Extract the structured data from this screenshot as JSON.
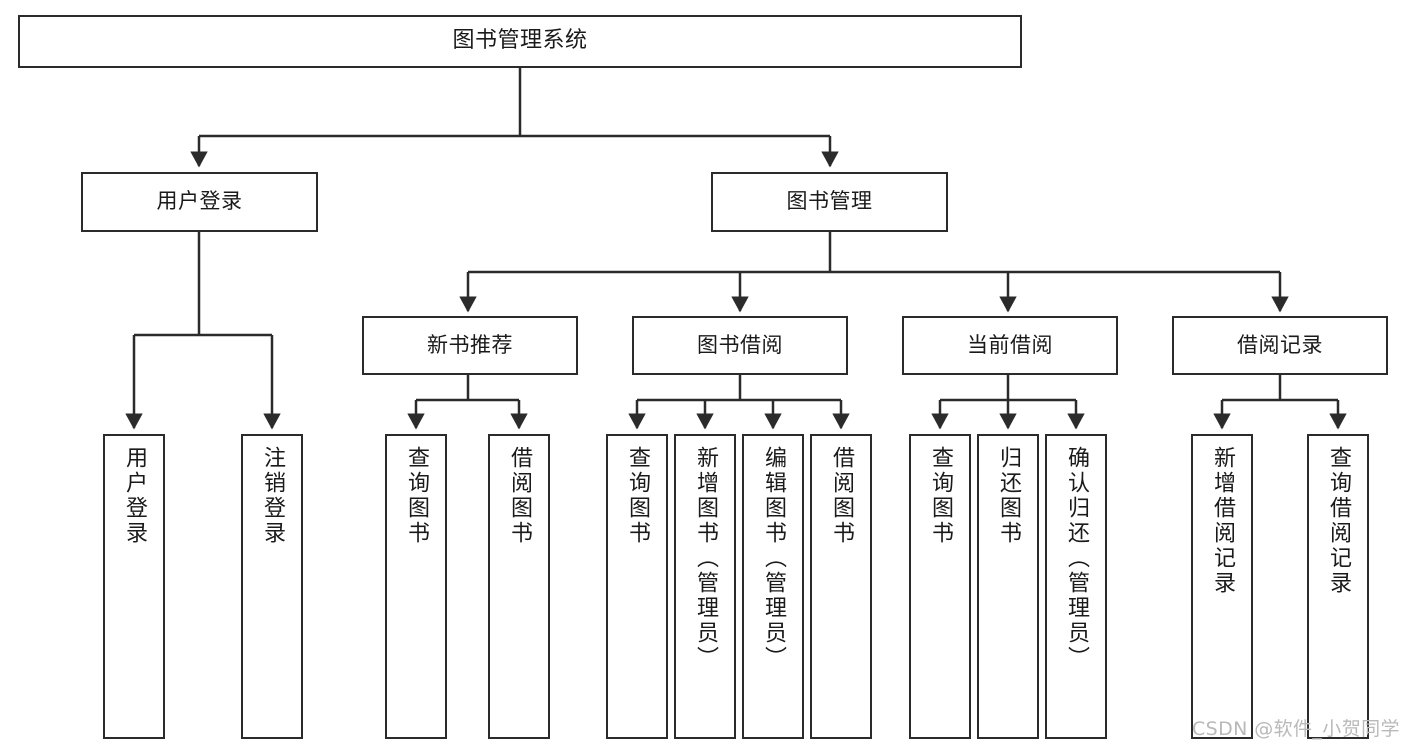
{
  "diagram": {
    "title": "图书管理系统",
    "type": "tree-hierarchy",
    "orientation": "top-down",
    "colors": {
      "box_stroke": "#2b2b2b",
      "box_fill": "#ffffff",
      "edge": "#2b2b2b",
      "text": "#1a1a1a",
      "watermark": "#b9b9b9",
      "background": "#ffffff"
    },
    "root": {
      "label": "图书管理系统"
    },
    "level2": [
      {
        "label": "用户登录"
      },
      {
        "label": "图书管理"
      }
    ],
    "level3": [
      {
        "label": "新书推荐"
      },
      {
        "label": "图书借阅"
      },
      {
        "label": "当前借阅"
      },
      {
        "label": "借阅记录"
      }
    ],
    "leaves": {
      "user_login": [
        {
          "label": "用户登录"
        },
        {
          "label": "注销登录"
        }
      ],
      "new_book_recommend": [
        {
          "label": "查询图书"
        },
        {
          "label": "借阅图书"
        }
      ],
      "book_borrow": [
        {
          "label": "查询图书"
        },
        {
          "label": "新增图书（管理员）"
        },
        {
          "label": "编辑图书（管理员）"
        },
        {
          "label": "借阅图书"
        }
      ],
      "current_borrow": [
        {
          "label": "查询图书"
        },
        {
          "label": "归还图书"
        },
        {
          "label": "确认归还（管理员）"
        }
      ],
      "borrow_record": [
        {
          "label": "新增借阅记录"
        },
        {
          "label": "查询借阅记录"
        }
      ]
    },
    "watermark": "CSDN @软件_小贺同学"
  }
}
